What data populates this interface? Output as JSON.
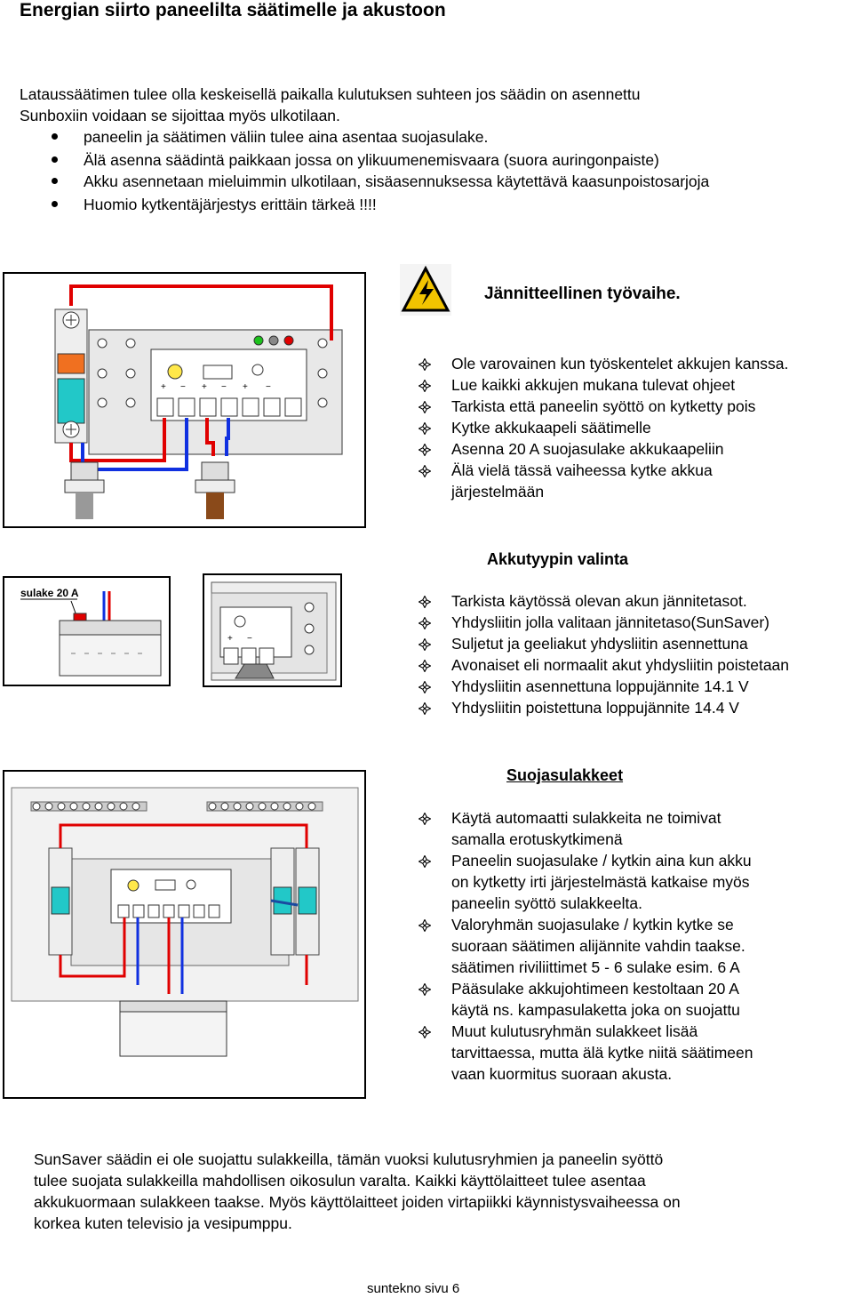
{
  "title": "Energian siirto paneelilta säätimelle ja akustoon",
  "intro": {
    "line1": "Lataussäätimen tulee olla keskeisellä paikalla kulutuksen suhteen jos säädin on asennettu",
    "line2": "Sunboxiin voidaan se sijoittaa myös ulkotilaan.",
    "bullets": [
      "paneelin ja säätimen väliin tulee aina asentaa suojasulake.",
      "Älä asenna säädintä paikkaan jossa on ylikuumenemisvaara (suora auringonpaiste)",
      "Akku asennetaan mieluimmin ulkotilaan, sisäasennuksessa käytettävä kaasunpoistosarjoja",
      "Huomio kytkentäjärjestys erittäin tärkeä !!!!"
    ]
  },
  "section1": {
    "heading": "Jännitteellinen työvaihe.",
    "items": [
      "Ole varovainen kun työskentelet akkujen kanssa.",
      "Lue kaikki akkujen mukana tulevat ohjeet",
      "Tarkista että paneelin syöttö on kytketty pois",
      "Kytke akkukaapeli säätimelle",
      "Asenna 20 A suojasulake akkukaapeliin",
      "Älä vielä tässä vaiheessa kytke akkua",
      "järjestelmään"
    ]
  },
  "section2": {
    "heading": "Akkutyypin valinta",
    "fuse_label": "sulake 20 A",
    "items": [
      "Tarkista käytössä olevan akun jännitetasot.",
      "Yhdysliitin jolla valitaan jännitetaso(SunSaver)",
      "Suljetut ja geeliakut yhdysliitin asennettuna",
      "Avonaiset eli normaalit akut yhdysliitin poistetaan",
      "Yhdysliitin asennettuna loppujännite 14.1 V",
      "Yhdysliitin poistettuna loppujännite 14.4 V"
    ]
  },
  "section3": {
    "heading": "Suojasulakkeet",
    "lines": [
      "Käytä automaatti sulakkeita ne toimivat",
      "samalla erotuskytkimenä",
      "Paneelin suojasulake / kytkin aina kun akku",
      "on kytketty irti järjestelmästä katkaise myös",
      "paneelin syöttö sulakkeelta.",
      "Valoryhmän suojasulake / kytkin kytke se",
      "suoraan säätimen alijännite vahdin taakse.",
      "säätimen riviliittimet 5 - 6 sulake esim. 6 A",
      "Pääsulake akkujohtimeen kestoltaan 20 A",
      "käytä ns. kampasulaketta joka on suojattu",
      "Muut kulutusryhmän sulakkeet lisää",
      "tarvittaessa, mutta älä kytke niitä säätimeen",
      "vaan kuormitus suoraan akusta."
    ]
  },
  "footer_para": [
    "SunSaver säädin ei ole suojattu sulakkeilla, tämän vuoksi kulutusryhmien ja paneelin syöttö",
    "tulee suojata sulakkeilla mahdollisen oikosulun varalta. Kaikki  käyttölaitteet tulee asentaa",
    "akkukuormaan sulakkeen taakse. Myös käyttölaitteet joiden virtapiikki käynnistysvaiheessa on",
    "korkea kuten televisio ja vesipumppu."
  ],
  "page_footer": "suntekno sivu 6",
  "icons": {
    "bullet": "filled-dot",
    "list_marker": "four-diamond-outline",
    "warning": "high-voltage-warning-icon"
  },
  "colors": {
    "wire_red": "#e00000",
    "wire_blue": "#1030e0",
    "fuse_cyan": "#22c8c8",
    "fuse_orange": "#f07020",
    "controller_green": "#1cc21c",
    "warning_yellow": "#f2c400"
  }
}
